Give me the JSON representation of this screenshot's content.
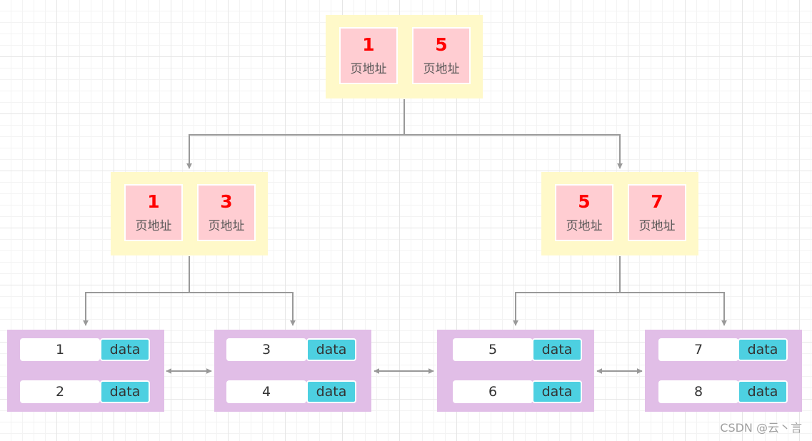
{
  "root": {
    "keys": [
      {
        "num": "1",
        "label": "页地址"
      },
      {
        "num": "5",
        "label": "页地址"
      }
    ]
  },
  "internal": [
    {
      "keys": [
        {
          "num": "1",
          "label": "页地址"
        },
        {
          "num": "3",
          "label": "页地址"
        }
      ]
    },
    {
      "keys": [
        {
          "num": "5",
          "label": "页地址"
        },
        {
          "num": "7",
          "label": "页地址"
        }
      ]
    }
  ],
  "leaves": [
    {
      "records": [
        {
          "key": "1",
          "data": "data"
        },
        {
          "key": "2",
          "data": "data"
        }
      ]
    },
    {
      "records": [
        {
          "key": "3",
          "data": "data"
        },
        {
          "key": "4",
          "data": "data"
        }
      ]
    },
    {
      "records": [
        {
          "key": "5",
          "data": "data"
        },
        {
          "key": "6",
          "data": "data"
        }
      ]
    },
    {
      "records": [
        {
          "key": "7",
          "data": "data"
        },
        {
          "key": "8",
          "data": "data"
        }
      ]
    }
  ],
  "watermark": "CSDN @云丶言",
  "colors": {
    "node_bg": "#fff9c9",
    "key_bg": "#ffcdd2",
    "key_text": "#ff0000",
    "leaf_bg": "#e1bee7",
    "data_bg": "#4dd0e1",
    "connector": "#999999"
  }
}
